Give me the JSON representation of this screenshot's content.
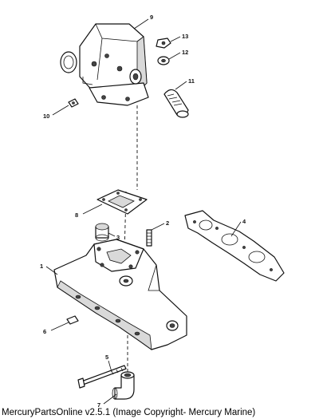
{
  "callouts": {
    "c1": "1",
    "c2": "2",
    "c3": "3",
    "c4": "4",
    "c5": "5",
    "c6": "6",
    "c7": "7",
    "c8": "8",
    "c9": "9",
    "c10": "10",
    "c11": "11",
    "c12": "12",
    "c13": "13"
  },
  "caption": "MercuryPartsOnline v2.5.1 (Image Copyright- Mercury Marine)"
}
